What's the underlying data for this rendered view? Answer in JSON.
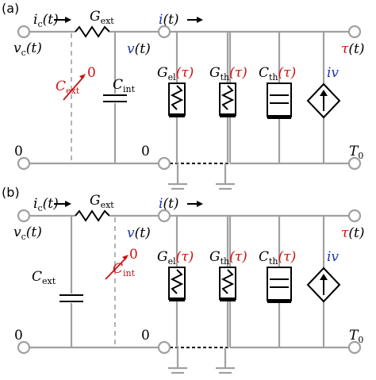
{
  "panels": [
    {
      "tag": "(a)",
      "ic": "i",
      "ic_sub": "c",
      "ic_arg": "(t)",
      "vc": "v",
      "vc_sub": "c",
      "vc_arg": "(t)",
      "gext": "G",
      "gext_sub": "ext",
      "v": "v",
      "v_arg": "(t)",
      "i": "i",
      "i_arg": "(t)",
      "cap_stray": "C",
      "cap_stray_sub": "ext",
      "cap_stray_zero": "0",
      "cap_main": "C",
      "cap_main_sub": "int",
      "gel": "G",
      "gel_sub": "el",
      "gel_arg": "(τ)",
      "gth": "G",
      "gth_sub": "th",
      "gth_arg": "(τ)",
      "cth": "C",
      "cth_sub": "th",
      "cth_arg": "(τ)",
      "src": "iv",
      "tau": "τ",
      "tau_arg": "(t)",
      "zero_left": "0",
      "zero_mid": "0",
      "t0": "T",
      "t0_sub": "0"
    },
    {
      "tag": "(b)",
      "ic": "i",
      "ic_sub": "c",
      "ic_arg": "(t)",
      "vc": "v",
      "vc_sub": "c",
      "vc_arg": "(t)",
      "gext": "G",
      "gext_sub": "ext",
      "v": "v",
      "v_arg": "(t)",
      "i": "i",
      "i_arg": "(t)",
      "cap_main": "C",
      "cap_main_sub": "ext",
      "cap_stray": "C",
      "cap_stray_sub": "int",
      "cap_stray_zero": "0",
      "gel": "G",
      "gel_sub": "el",
      "gel_arg": "(τ)",
      "gth": "G",
      "gth_sub": "th",
      "gth_arg": "(τ)",
      "cth": "C",
      "cth_sub": "th",
      "cth_arg": "(τ)",
      "src": "iv",
      "tau": "τ",
      "tau_arg": "(t)",
      "zero_left": "0",
      "zero_mid": "0",
      "t0": "T",
      "t0_sub": "0"
    }
  ]
}
